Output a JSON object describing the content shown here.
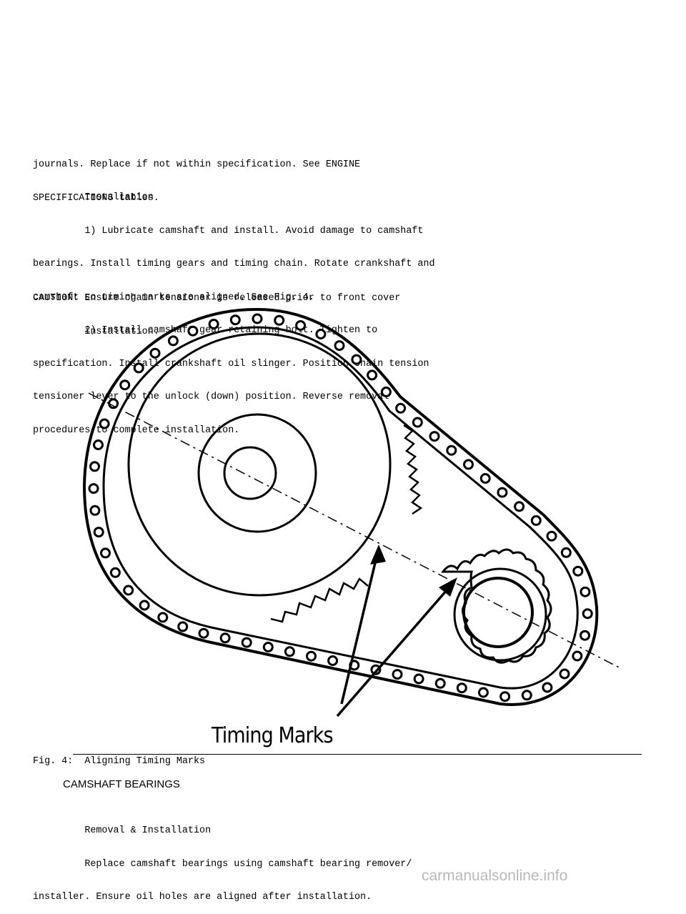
{
  "intro": {
    "lines": [
      "journals. Replace if not within specification. See ENGINE",
      "SPECIFICATIONS tables."
    ]
  },
  "installation": {
    "heading": "         Installation",
    "lines": [
      "         1) Lubricate camshaft and install. Avoid damage to camshaft",
      "bearings. Install timing gears and timing chain. Rotate crankshaft and",
      "camshaft so timing marks are aligned. See Fig. 4.",
      "         2) Install camshaft gear retaining bolt. Tighten to",
      "specification. Install crankshaft oil slinger. Position chain tension",
      "tensioner lever to the unlock (down) position. Reverse removal",
      "procedures to complete installation."
    ]
  },
  "caution": {
    "lines": [
      "CAUTION: Ensure chain tensioner is released prior to front cover",
      "         installation."
    ]
  },
  "figure": {
    "label": "Timing Marks",
    "caption": "Fig. 4:  Aligning Timing Marks"
  },
  "camshaft_bearings": {
    "title": "CAMSHAFT BEARINGS",
    "subheading": "         Removal & Installation",
    "lines": [
      "         Replace camshaft bearings using camshaft bearing remover/",
      "installer. Ensure oil holes are aligned after installation."
    ]
  },
  "watermark": "carmanualsonline.info"
}
